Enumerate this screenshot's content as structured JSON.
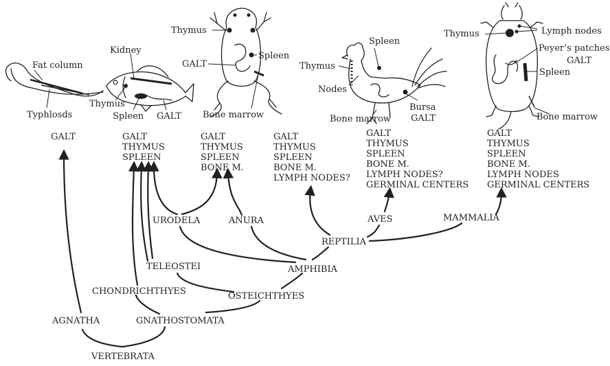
{
  "tree": {
    "vertebrata": "VERTEBRATA",
    "agnatha": "AGNATHA",
    "gnathostomata": "GNATHOSTOMATA",
    "chondrichthyes": "CHONDRICHTHYES",
    "osteichthyes": "OSTEICHTHYES",
    "teleostei": "TELEOSTEI",
    "amphibia": "AMPHIBIA",
    "urodela": "URODELA",
    "anura": "ANURA",
    "reptilia": "REPTILIA",
    "aves": "AVES",
    "mammalia": "MAMMALIA"
  },
  "organ_lists": {
    "agnatha": [
      "GALT"
    ],
    "fish": [
      "GALT",
      "THYMUS",
      "SPLEEN"
    ],
    "amphibian": [
      "GALT",
      "THYMUS",
      "SPLEEN",
      "BONE M."
    ],
    "reptile": [
      "GALT",
      "THYMUS",
      "SPLEEN",
      "BONE M.",
      "LYMPH NODES?"
    ],
    "bird": [
      "GALT",
      "THYMUS",
      "SPLEEN",
      "BONE M.",
      "LYMPH NODES?",
      "GERMINAL CENTERS"
    ],
    "mammal": [
      "GALT",
      "THYMUS",
      "SPLEEN",
      "BONE M.",
      "LYMPH NODES",
      "GERMINAL CENTERS"
    ]
  },
  "illustrations": {
    "lamprey": {
      "fat_column": "Fat column",
      "typhlosds": "Typhlosds"
    },
    "fish": {
      "kidney": "Kidney",
      "thymus": "Thymus",
      "spleen": "Spleen",
      "galt": "GALT"
    },
    "frog": {
      "thymus": "Thymus",
      "spleen": "Spleen",
      "galt": "GALT",
      "bone_marrow": "Bone marrow"
    },
    "bird": {
      "spleen": "Spleen",
      "thymus": "Thymus",
      "nodes": "Nodes",
      "bone_marrow": "Bone marrow",
      "bursa": "Bursa",
      "galt": "GALT"
    },
    "mammal": {
      "thymus": "Thymus",
      "lymph_nodes": "Lymph nodes",
      "peyers_patches": "Peyer’s patches",
      "galt": "GALT",
      "spleen": "Spleen",
      "bone_marrow": "Bone marrow"
    }
  }
}
